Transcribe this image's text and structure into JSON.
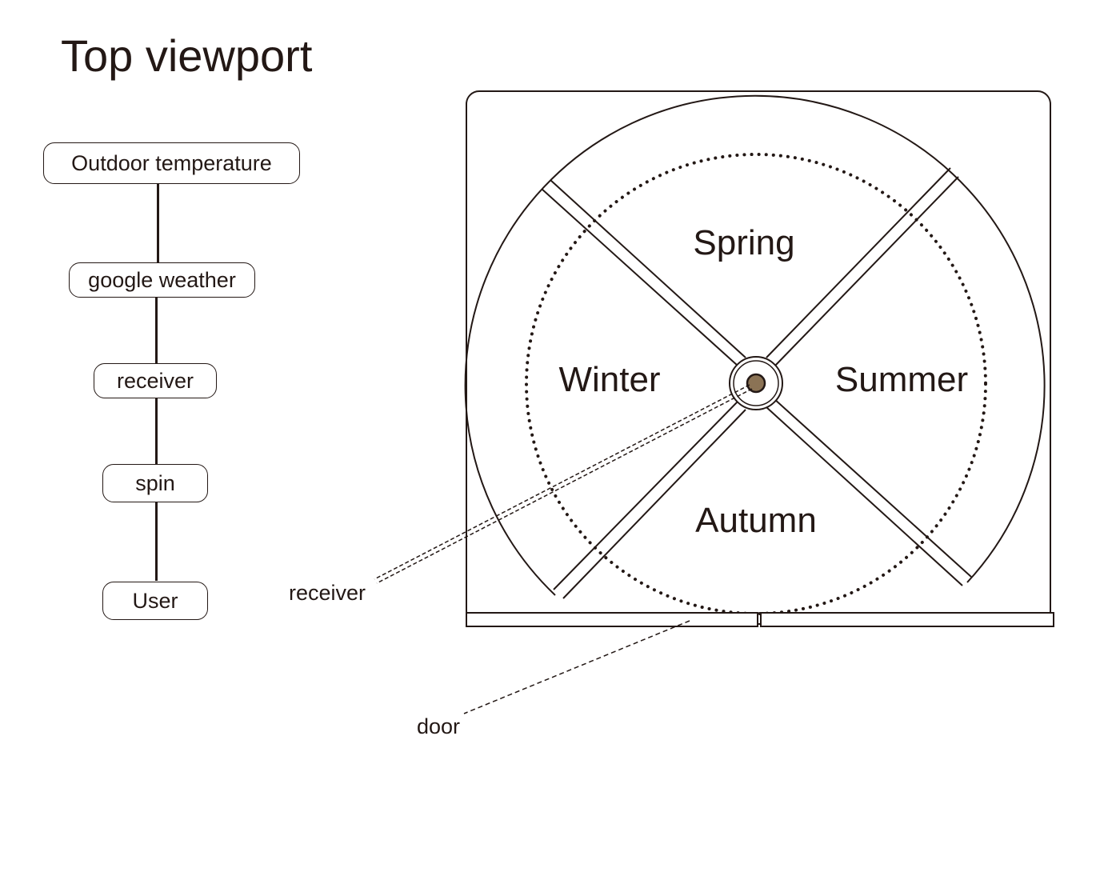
{
  "title": "Top viewport",
  "flow": {
    "nodes": [
      {
        "label": "Outdoor temperature"
      },
      {
        "label": "google weather"
      },
      {
        "label": "receiver"
      },
      {
        "label": "spin"
      },
      {
        "label": "User"
      }
    ]
  },
  "dial": {
    "seasons": {
      "top": "Spring",
      "left": "Winter",
      "right": "Summer",
      "bottom": "Autumn"
    },
    "hub_color": "#8b7355",
    "line_color": "#231815"
  },
  "callouts": {
    "receiver": "receiver",
    "door": "door"
  }
}
